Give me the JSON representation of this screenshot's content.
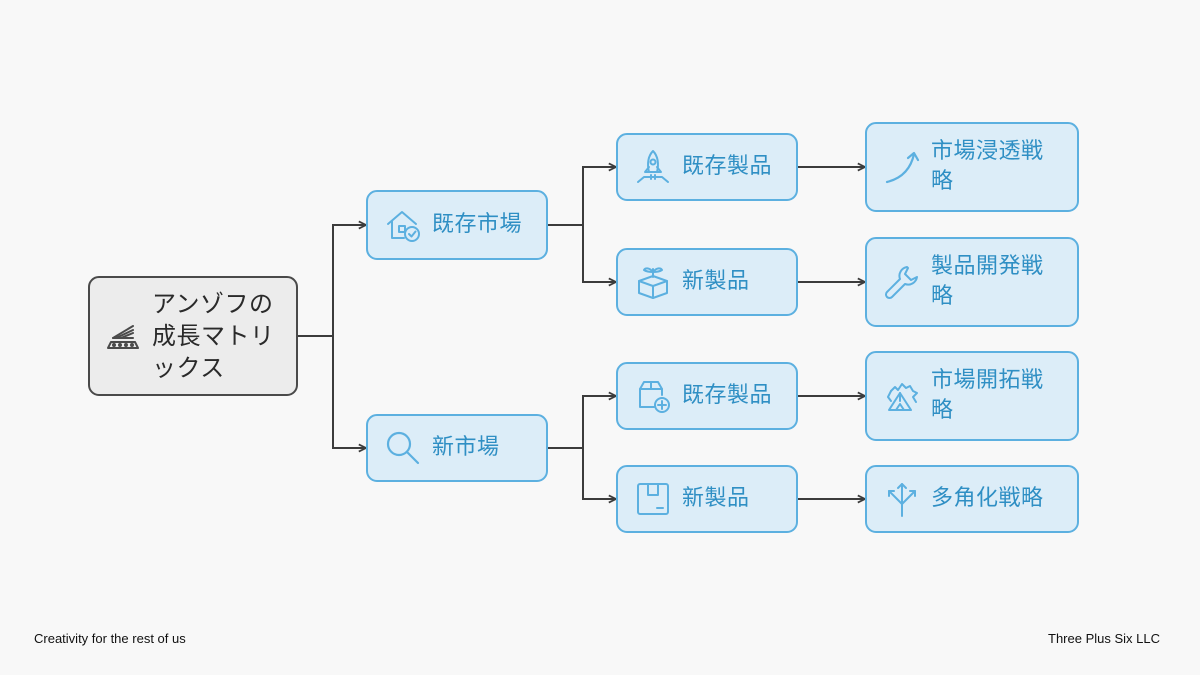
{
  "diagram": {
    "root": {
      "label": "アンゾフの\n成長マトリ\nックス",
      "icon": "conveyor-icon"
    },
    "markets": [
      {
        "label": "既存市場",
        "icon": "house-check-icon"
      },
      {
        "label": "新市場",
        "icon": "magnifier-icon"
      }
    ],
    "products": [
      {
        "label": "既存製品",
        "icon": "rocket-icon"
      },
      {
        "label": "新製品",
        "icon": "plant-box-icon"
      },
      {
        "label": "既存製品",
        "icon": "box-plus-icon"
      },
      {
        "label": "新製品",
        "icon": "package-icon"
      }
    ],
    "strategies": [
      {
        "label": "市場浸透戦\n略",
        "icon": "growth-arrow-icon"
      },
      {
        "label": "製品開発戦\n略",
        "icon": "wrench-icon"
      },
      {
        "label": "市場開拓戦\n略",
        "icon": "frontier-icon"
      },
      {
        "label": "多角化戦略",
        "icon": "diverging-arrows-icon"
      }
    ],
    "colors": {
      "node_fill": "#dcedf8",
      "node_border": "#5cb0e0",
      "node_text": "#2f8fc4",
      "root_fill": "#ececec",
      "root_border": "#4a4a4a",
      "connector": "#3c3c3c"
    }
  },
  "footer": {
    "left": "Creativity for the rest of us",
    "right": "Three Plus Six LLC"
  }
}
